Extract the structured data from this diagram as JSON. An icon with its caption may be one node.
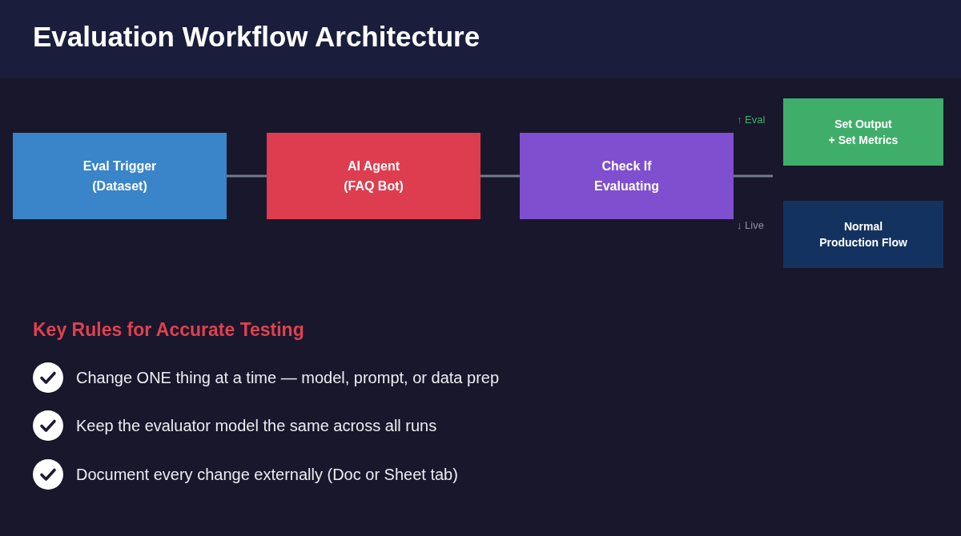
{
  "diagram": {
    "title": "Evaluation Workflow Architecture",
    "nodes": [
      {
        "text": [
          "Eval Trigger (Dataset)"
        ]
      },
      {
        "text": [
          "AI Agent (FAQ Bot)"
        ]
      },
      {
        "text": [
          "Check If Evaluating"
        ]
      },
      {
        "text": [
          "Set Output + Set Metrics"
        ]
      },
      {
        "text": [
          "Normal Production Flow"
        ]
      }
    ],
    "edges": [
      {
        "from": 0,
        "to": 1,
        "arrow": "none"
      },
      {
        "from": 1,
        "to": 2,
        "arrow": "none"
      },
      {
        "from": 2,
        "to": null,
        "arrow": "none"
      }
    ],
    "labels": [
      "↑ Eval",
      "↓ Live",
      "Key Rules for Accurate Testing",
      "Change ONE thing at a time — model, prompt, or data prep",
      "Keep the evaluator model the same across all runs",
      "Document every change externally (Doc or Sheet tab)"
    ]
  }
}
